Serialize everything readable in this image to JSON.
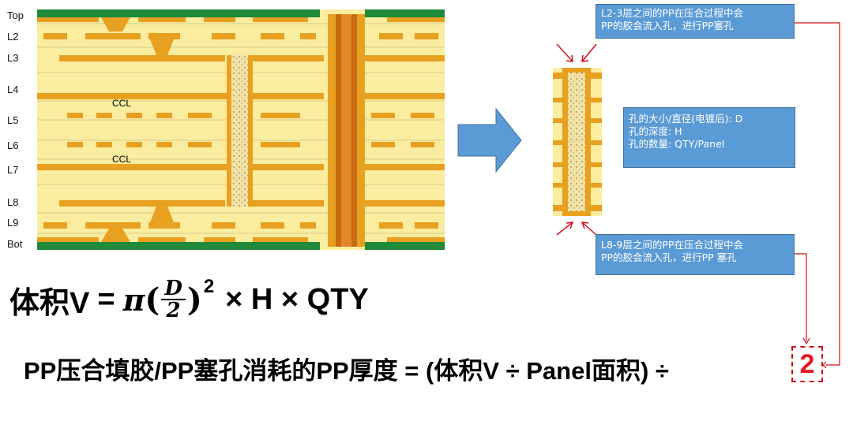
{
  "layers": [
    "Top",
    "L2",
    "L3",
    "L4",
    "L5",
    "L6",
    "L7",
    "L8",
    "L9",
    "Bot"
  ],
  "core_labels": [
    "CCL",
    "CCL"
  ],
  "callout_top": {
    "line1": "L2-3层之间的PP在压合过程中会",
    "line2": "PP的胶会流入孔，进行PP塞孔"
  },
  "callout_mid": {
    "line1": "孔的大小/直径(电镀后): D",
    "line2": "孔的深度: H",
    "line3": "孔的数量: QTY/Panel"
  },
  "callout_bottom": {
    "line1": "L8-9层之间的PP在压合过程中会",
    "line2": "PP的胶会流入孔，进行PP 塞孔"
  },
  "formula_volume": {
    "lhs": "体积V",
    "eq": "=",
    "pi": "π",
    "frac_num": "D",
    "frac_den": "2",
    "exp": "2",
    "rest": "× H × QTY"
  },
  "formula_thickness": {
    "text": "PP压合填胶/PP塞孔消耗的PP厚度 = (体积V ÷ Panel面积) ÷",
    "divisor": "2"
  },
  "colors": {
    "substrate": "#fbeda0",
    "copper": "#e8a020",
    "soldermask": "#1e8a3a",
    "plated_via": "#d97a1a",
    "callout": "#5b9bd5",
    "arrow": "#5b9bd5",
    "connector": "#d0101a"
  }
}
